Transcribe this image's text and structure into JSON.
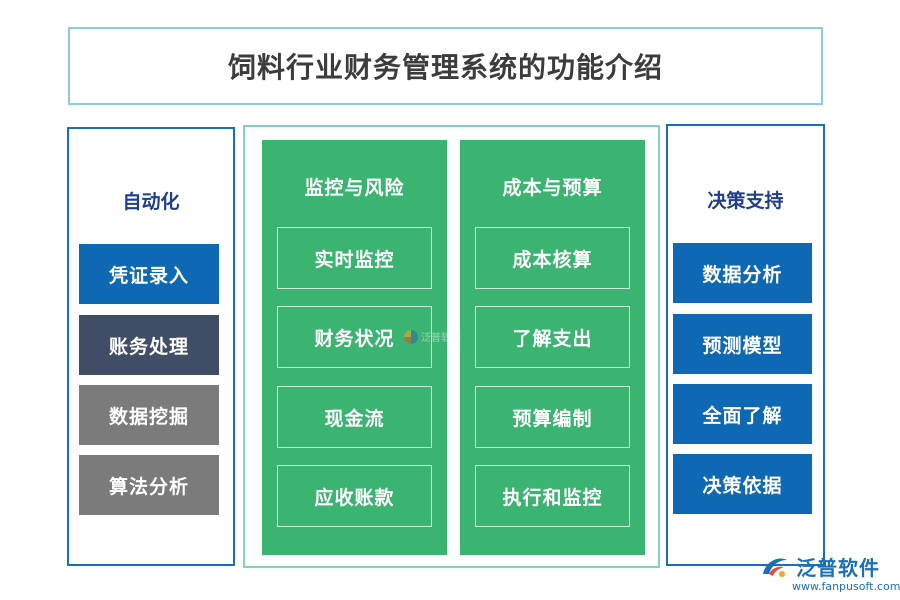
{
  "title": "饲料行业财务管理系统的功能介绍",
  "left_panel": {
    "heading": "自动化",
    "items": [
      {
        "label": "凭证录入",
        "color": "#0f68b4"
      },
      {
        "label": "账务处理",
        "color": "#3f4d66"
      },
      {
        "label": "数据挖掘",
        "color": "#7b7b7b"
      },
      {
        "label": "算法分析",
        "color": "#7b7b7b"
      }
    ]
  },
  "center": {
    "columns": [
      {
        "heading": "监控与风险",
        "items": [
          "实时监控",
          "财务状况",
          "现金流",
          "应收账款"
        ]
      },
      {
        "heading": "成本与预算",
        "items": [
          "成本核算",
          "了解支出",
          "预算编制",
          "执行和监控"
        ]
      }
    ],
    "color": "#3bb371",
    "watermark": "泛普软件"
  },
  "right_panel": {
    "heading": "决策支持",
    "items": [
      {
        "label": "数据分析",
        "color": "#0f68b4"
      },
      {
        "label": "预测模型",
        "color": "#0f68b4"
      },
      {
        "label": "全面了解",
        "color": "#0f68b4"
      },
      {
        "label": "决策依据",
        "color": "#0f68b4"
      }
    ]
  },
  "logo": {
    "name": "泛普软件",
    "url": "www.fanpusoft.com"
  }
}
